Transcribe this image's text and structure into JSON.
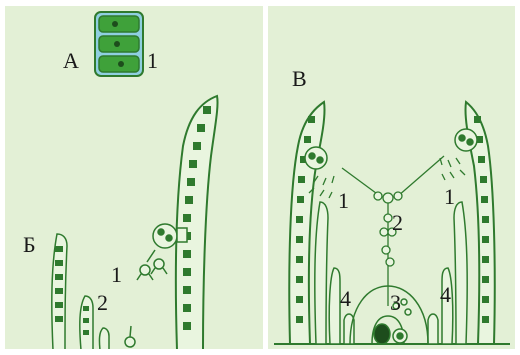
{
  "colors": {
    "panel_bg": "#e3f0d6",
    "cell_dark": "#2f7a2e",
    "cell_fill": "#e9f5df",
    "chloro_green": "#3fa13a",
    "membrane_blue": "#8fcfe0"
  },
  "left_panel": {
    "label_A": "А",
    "label_1_top": "1",
    "label_B": "Б",
    "label_1": "1",
    "label_2": "2"
  },
  "right_panel": {
    "label_V": "В",
    "label_1_left": "1",
    "label_1_right": "1",
    "label_2": "2",
    "label_3": "3",
    "label_4_left": "4",
    "label_4_right": "4"
  }
}
